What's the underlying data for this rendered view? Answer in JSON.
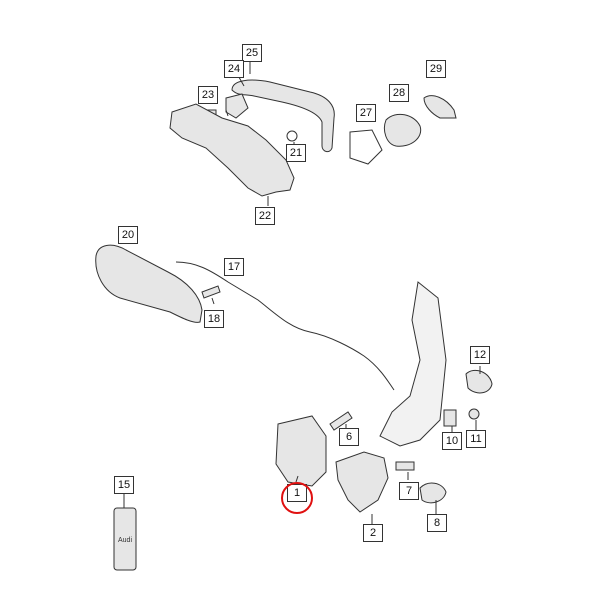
{
  "callouts": {
    "c1": "1",
    "c2": "2",
    "c6": "6",
    "c7": "7",
    "c8": "8",
    "c10": "10",
    "c11": "11",
    "c12": "12",
    "c15": "15",
    "c17": "17",
    "c18": "18",
    "c20": "20",
    "c21": "21",
    "c22": "22",
    "c23": "23",
    "c24": "24",
    "c25": "25",
    "c27": "27",
    "c28": "28",
    "c29": "29"
  },
  "highlight": {
    "part": "1",
    "color": "#e01010"
  },
  "logo": {
    "text": "Audi"
  }
}
